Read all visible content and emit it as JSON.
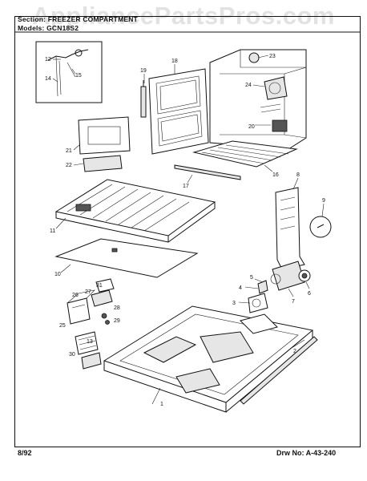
{
  "watermark": "AppliancePartsPros.com",
  "header": {
    "section_label": "Section:",
    "section_value": "FREEZER COMPARTMENT",
    "models_label": "Models:",
    "models_value": "GCN18S2"
  },
  "footer": {
    "date": "8/92",
    "drawing_label": "Drw No:",
    "drawing_number": "A-43-240"
  },
  "callouts": [
    "1",
    "2",
    "3",
    "4",
    "5",
    "6",
    "7",
    "8",
    "9",
    "10",
    "11",
    "12",
    "13",
    "14",
    "15",
    "16",
    "17",
    "18",
    "19",
    "20",
    "21",
    "22",
    "23",
    "24",
    "25",
    "26",
    "27",
    "28",
    "29",
    "30",
    "31"
  ]
}
